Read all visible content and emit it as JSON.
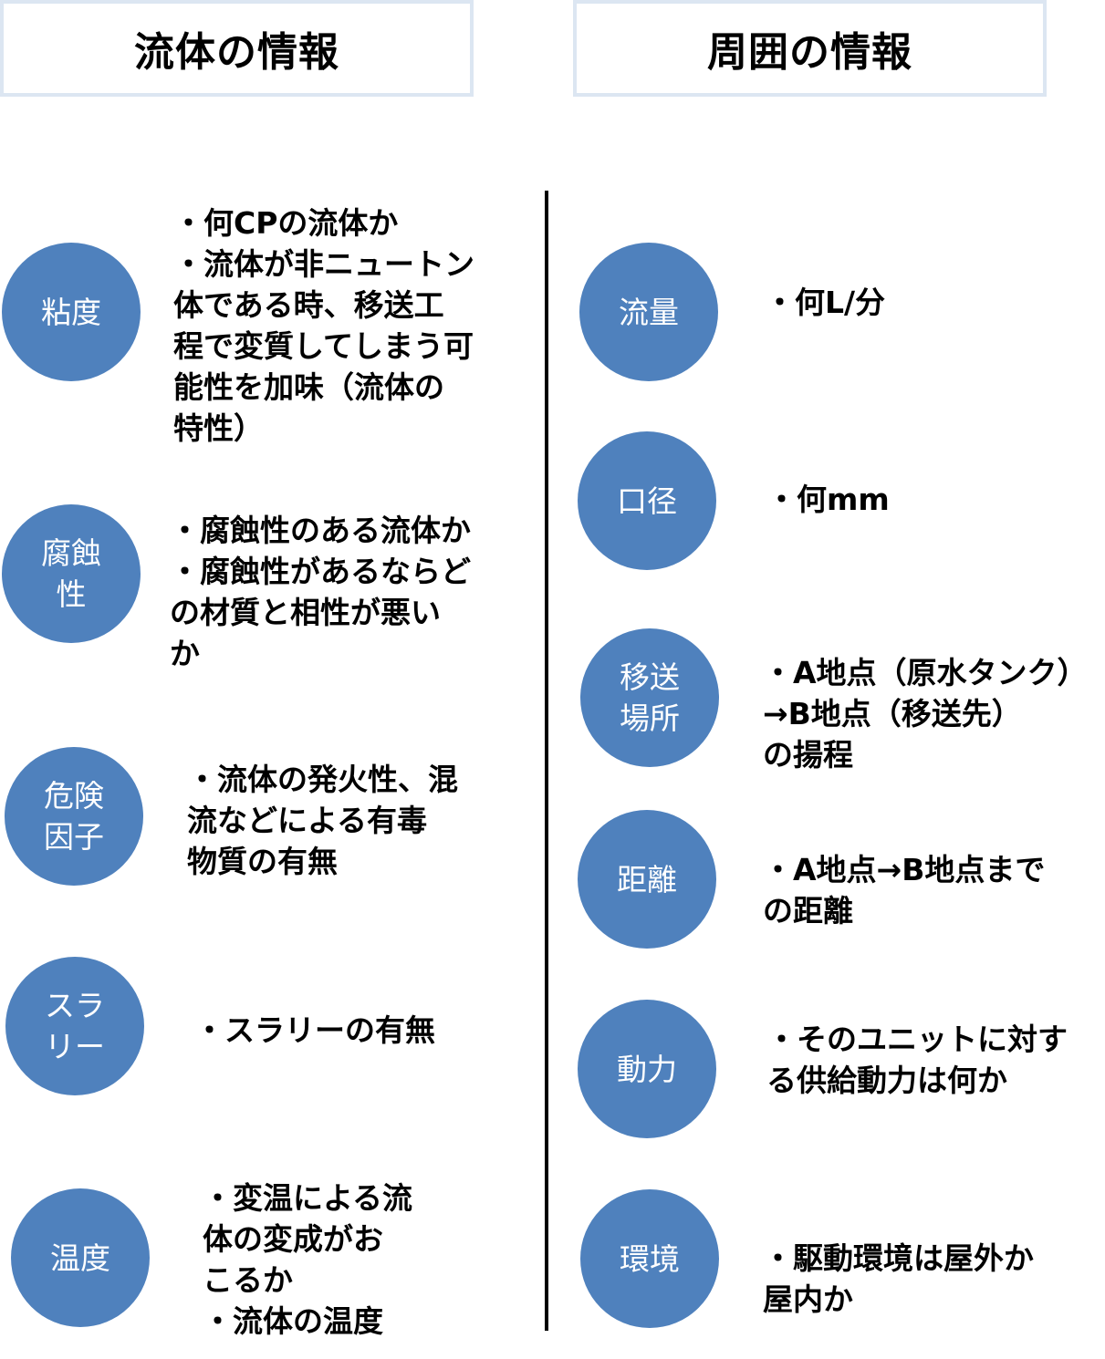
{
  "headers": {
    "left": "流体の情報",
    "right": "周囲の情報"
  },
  "fluid_items": [
    {
      "label": "粘度",
      "description": "・何CPの流体か\n・流体が非ニュートン\n体である時、移送工\n程で変質してしまう可\n能性を加味（流体の\n特性）"
    },
    {
      "label": "腐蝕\n性",
      "description": "・腐蝕性のある流体か\n・腐蝕性があるならど\nの材質と相性が悪い\nか"
    },
    {
      "label": "危険\n因子",
      "description": "・流体の発火性、混\n流などによる有毒\n物質の有無"
    },
    {
      "label": "スラ\nリー",
      "description": "・スラリーの有無"
    },
    {
      "label": "温度",
      "description": "・変温による流\n体の変成がお\nこるか\n・流体の温度"
    }
  ],
  "surrounding_items": [
    {
      "label": "流量",
      "description": "・何L/分"
    },
    {
      "label": "口径",
      "description": "・何mm"
    },
    {
      "label": "移送\n場所",
      "description": "・A地点（原水タンク）\n→B地点（移送先）\nの揚程"
    },
    {
      "label": "距離",
      "description": "・A地点→B地点まで\nの距離"
    },
    {
      "label": "動力",
      "description": "・そのユニットに対す\nる供給動力は何か"
    },
    {
      "label": "環境",
      "description": "・駆動環境は屋外か\n屋内か"
    }
  ],
  "colors": {
    "circle_fill": "#4f81bd",
    "header_border": "#dce6f2",
    "divider": "#000000"
  }
}
